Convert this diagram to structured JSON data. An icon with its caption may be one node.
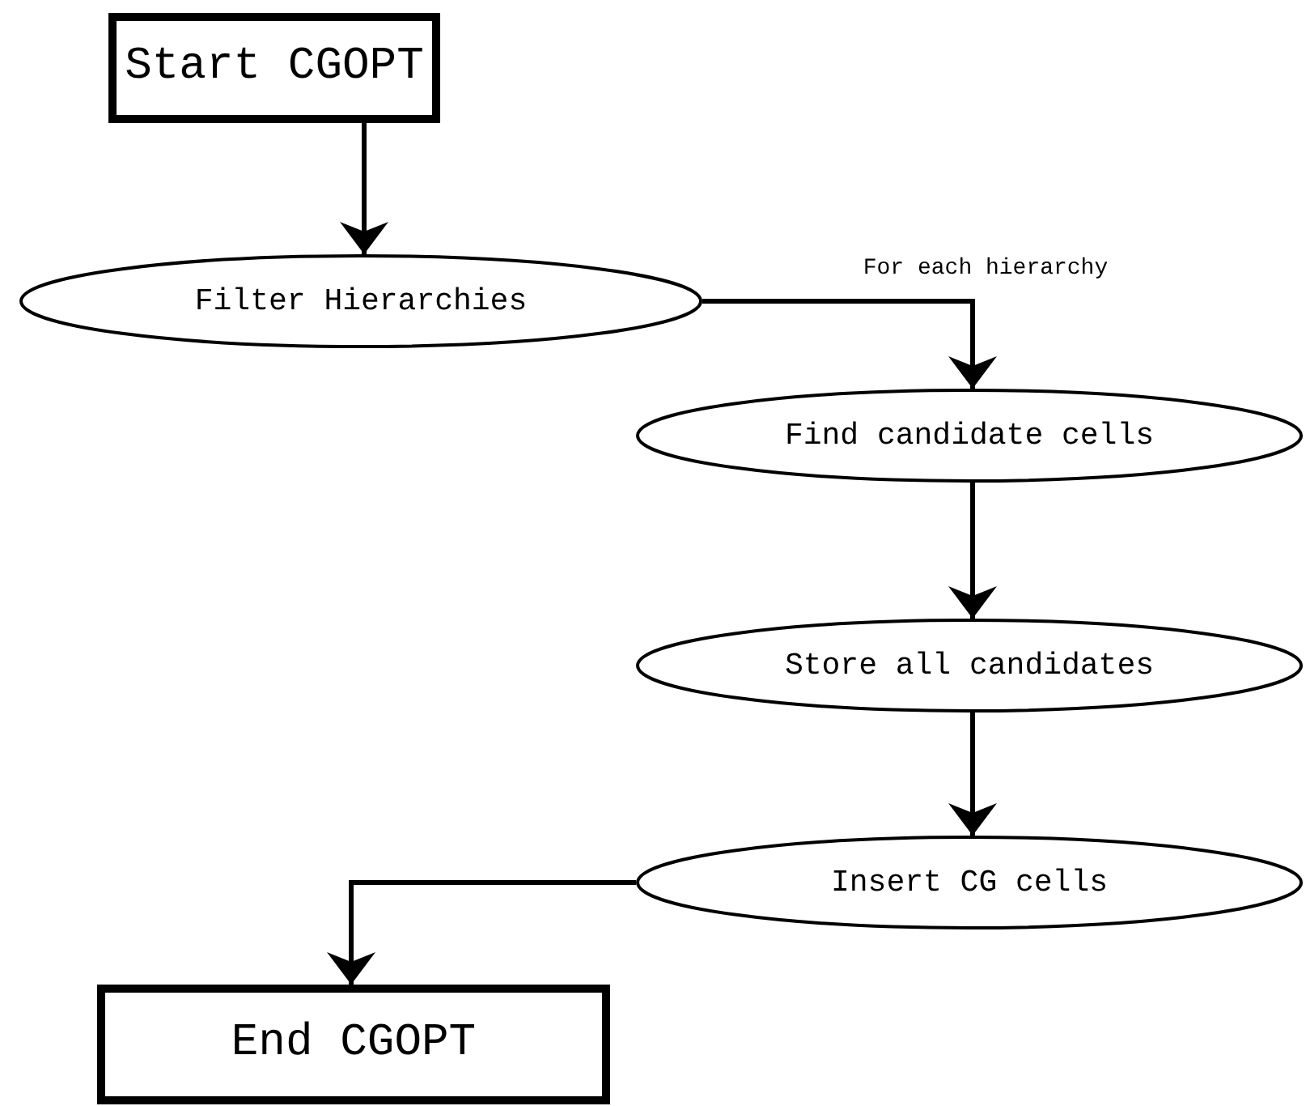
{
  "diagram": {
    "nodes": [
      {
        "text": [
          "Start CGOPT"
        ]
      },
      {
        "text": [
          "Filter Hierarchies"
        ]
      },
      {
        "text": [
          "Find candidate cells"
        ]
      },
      {
        "text": [
          "Store all candidates"
        ]
      },
      {
        "text": [
          "Insert CG cells"
        ]
      },
      {
        "text": [
          "End CGOPT"
        ]
      }
    ],
    "edges": [
      {
        "from": 0,
        "to": 1,
        "arrow": "to"
      },
      {
        "from": 1,
        "to": 2,
        "arrow": "to",
        "label": "For each hierarchy"
      },
      {
        "from": 2,
        "to": 3,
        "arrow": "to"
      },
      {
        "from": 3,
        "to": 4,
        "arrow": "to"
      },
      {
        "from": 4,
        "to": 5,
        "arrow": "to"
      }
    ]
  }
}
